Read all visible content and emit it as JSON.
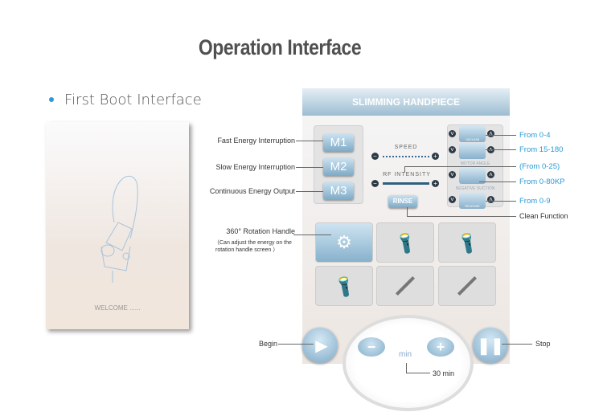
{
  "title": "Operation Interface",
  "section": "First Boot Interface",
  "boot": {
    "welcome": "WELCOME ......"
  },
  "panel": {
    "header": "SLIMMING HANDPIECE",
    "m_buttons": [
      "M1",
      "M2",
      "M3"
    ],
    "speed": "SPEED",
    "rf": "RF INTENSITY",
    "rinse": "RINSE",
    "right": {
      "vacuum": "VACUUM",
      "motor_angle": "MOTOR ANGLE",
      "negative_suction": "NEGATIVE SUCTION",
      "release": "RELEASE"
    },
    "min": "min"
  },
  "annotations": {
    "fast": "Fast Energy Interruption",
    "slow": "Slow Energy Interruption",
    "continuous": "Continuous Energy Output",
    "r1": "From 0-4",
    "r2": "From 15-180",
    "r3": "(From 0-25)",
    "r4": "From 0-80KP",
    "r5": "From 0-9",
    "clean": "Clean Function",
    "rotation": "360° Rotation Handle",
    "rotation_note1": "（Can adjust the energy on the",
    "rotation_note2": "rotation handle screen ）",
    "begin": "Begin",
    "stop": "Stop",
    "time": "30 min"
  },
  "icons": {
    "minus": "−",
    "plus": "+",
    "up": "˄",
    "down": "˅"
  },
  "colors": {
    "accent": "#2a9ad8",
    "panel_blue": "#87b1cc"
  }
}
